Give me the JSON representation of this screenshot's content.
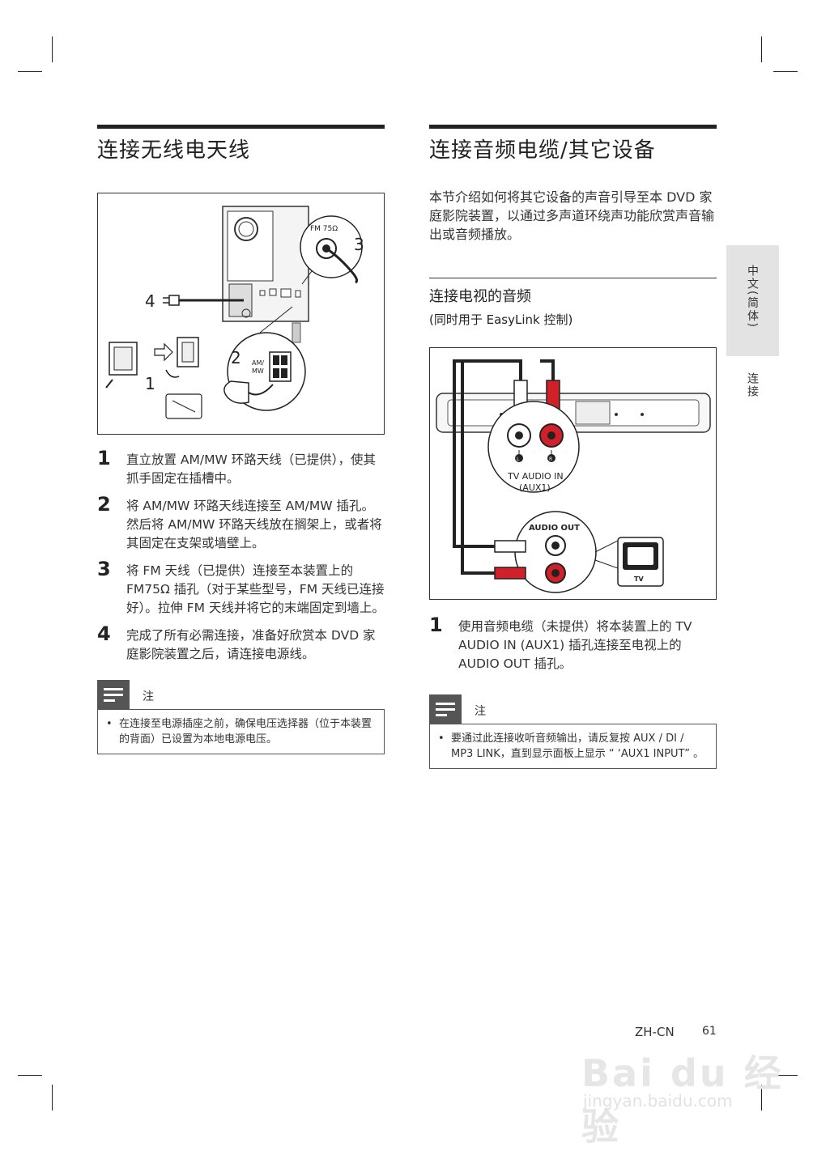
{
  "left": {
    "title": "连接无线电天线",
    "figure": {
      "fm_label": "FM 75Ω",
      "amfm_label_1": "AM/",
      "amfm_label_2": "MW",
      "callouts": [
        "4",
        "3",
        "2",
        "1"
      ]
    },
    "steps": [
      {
        "num": "1",
        "text": "直立放置 AM/MW 环路天线（已提供），使其抓手固定在插槽中。"
      },
      {
        "num": "2",
        "text": "将 AM/MW 环路天线连接至 AM/MW 插孔。然后将 AM/MW 环路天线放在搁架上，或者将其固定在支架或墙壁上。"
      },
      {
        "num": "3",
        "text": "将 FM 天线（已提供）连接至本装置上的 FM75Ω 插孔（对于某些型号，FM 天线已连接好）。拉伸 FM 天线并将它的末端固定到墙上。"
      },
      {
        "num": "4",
        "text": "完成了所有必需连接，准备好欣赏本 DVD 家庭影院装置之后，请连接电源线。"
      }
    ],
    "note": {
      "label": "注",
      "bullet": "•",
      "text": "在连接至电源插座之前，确保电压选择器（位于本装置的背面）已设置为本地电源电压。"
    }
  },
  "right": {
    "title": "连接音频电缆/其它设备",
    "intro": "本节介绍如何将其它设备的声音引导至本 DVD 家庭影院装置，以通过多声道环绕声功能欣赏声音输出或音频播放。",
    "subheading": "连接电视的音频",
    "subnote": "(同时用于 EasyLink 控制)",
    "figure": {
      "l_label": "L",
      "r_label": "R",
      "tv_audio_in": "TV AUDIO IN",
      "aux1": "(AUX1)",
      "audio_out": "AUDIO OUT",
      "tv": "TV"
    },
    "steps": [
      {
        "num": "1",
        "text": "使用音频电缆（未提供）将本装置上的 TV AUDIO IN (AUX1) 插孔连接至电视上的 AUDIO OUT 插孔。"
      }
    ],
    "note": {
      "label": "注",
      "bullet": "•",
      "text": "要通过此连接收听音频输出，请反复按 AUX / DI / MP3 LINK，直到显示面板上显示 “ ‘AUX1 INPUT” 。"
    }
  },
  "side_tab": {
    "language": "中文(简体)",
    "section": "连接"
  },
  "footer": {
    "lang": "ZH-CN",
    "page": "61"
  },
  "watermark": {
    "brand": "Bai du 经验",
    "url": "jingyan.baidu.com"
  },
  "colors": {
    "text": "#2a2a2a",
    "rule": "#222222",
    "tab_bg": "#e3e3e3",
    "plug_red": "#d0202a"
  }
}
